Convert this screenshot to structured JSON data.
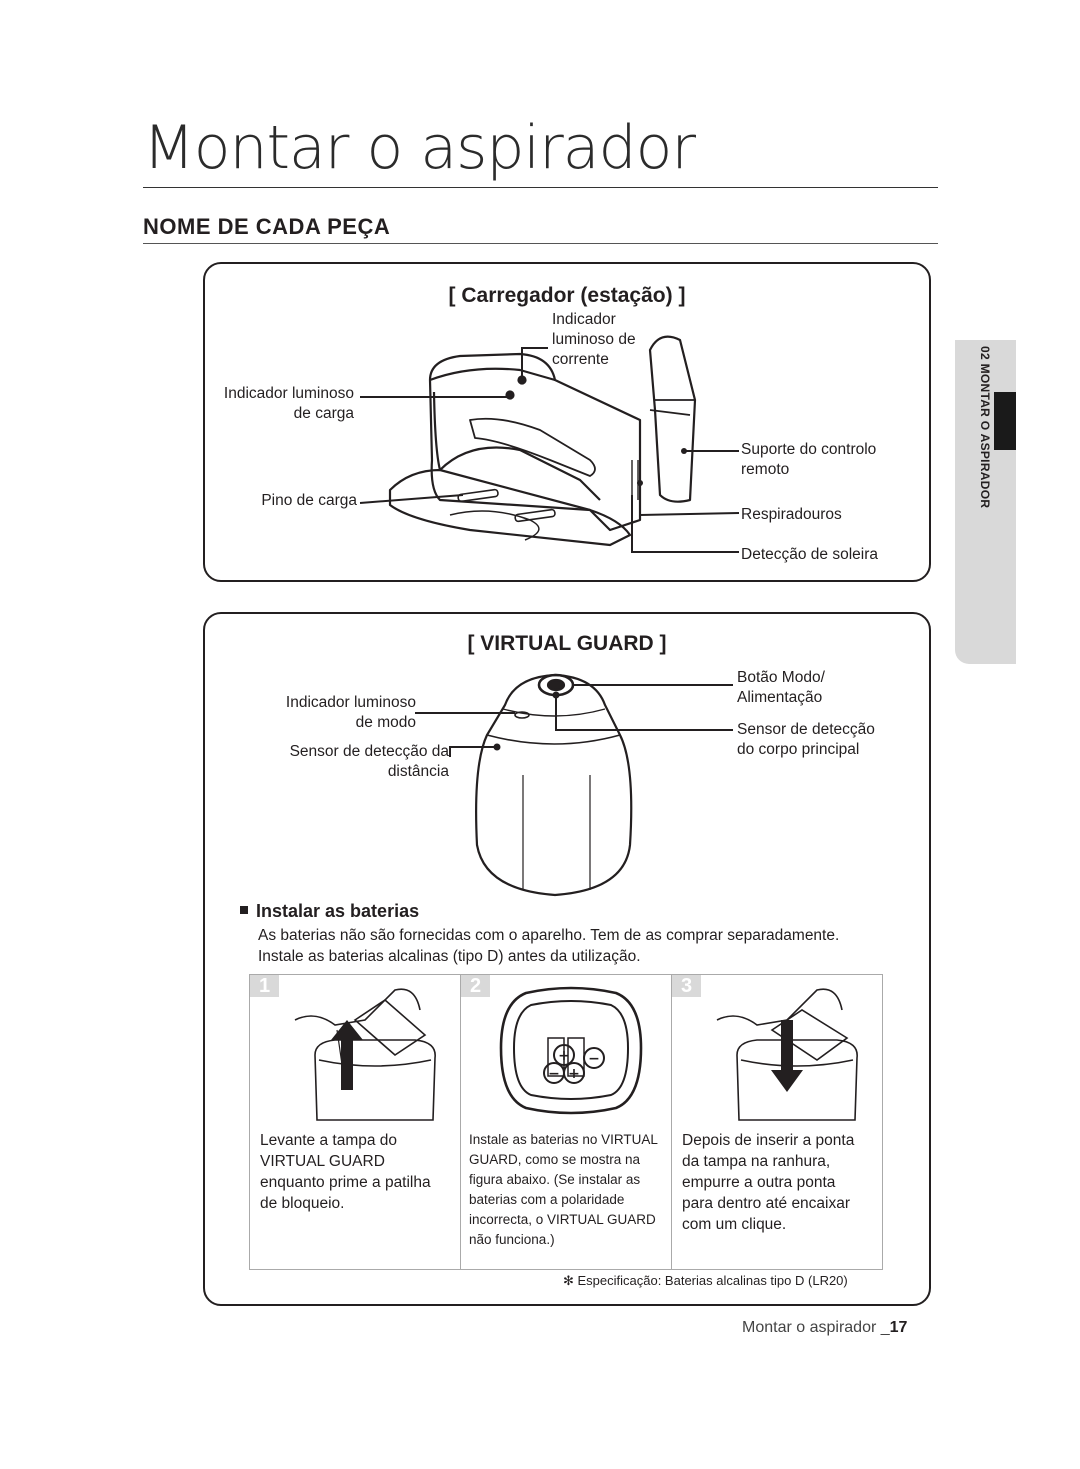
{
  "page": {
    "title": "Montar o aspirador",
    "section_heading": "NOME DE CADA PEÇA",
    "side_tab": "02 MONTAR O ASPIRADOR"
  },
  "charger": {
    "heading": "[ Carregador (estação) ]",
    "labels": {
      "power_indicator": "Indicador luminoso de corrente",
      "power_indicator_l1": "Indicador",
      "power_indicator_l2": "luminoso de",
      "power_indicator_l3": "corrente",
      "charge_indicator_l1": "Indicador luminoso",
      "charge_indicator_l2": "de carga",
      "charge_pin": "Pino de carga",
      "remote_holder_l1": "Suporte do controlo",
      "remote_holder_l2": "remoto",
      "vents": "Respiradouros",
      "cliff_sensor": "Detecção de soleira"
    }
  },
  "virtual_guard": {
    "heading": "[ VIRTUAL GUARD ]",
    "labels": {
      "mode_button_l1": "Botão Modo/",
      "mode_button_l2": "Alimentação",
      "mode_indicator_l1": "Indicador luminoso",
      "mode_indicator_l2": "de modo",
      "body_sensor_l1": "Sensor de detecção",
      "body_sensor_l2": "do corpo principal",
      "distance_sensor_l1": "Sensor de detecção da",
      "distance_sensor_l2": "distância"
    }
  },
  "batteries": {
    "heading": "Instalar as baterias",
    "intro_l1": "As baterias não são fornecidas com o aparelho. Tem de as comprar separadamente.",
    "intro_l2": "Instale as baterias alcalinas (tipo D) antes da utilização.",
    "steps": [
      {
        "num": "1",
        "l1": "Levante a tampa do",
        "l2": "VIRTUAL GUARD",
        "l3": "enquanto prime a patilha",
        "l4": "de bloqueio."
      },
      {
        "num": "2",
        "l1": "Instale as baterias no VIRTUAL",
        "l2": "GUARD, como se mostra na",
        "l3": "figura abaixo. (Se instalar as",
        "l4": "baterias com a polaridade",
        "l5": "incorrecta, o VIRTUAL GUARD",
        "l6": "não funciona.)"
      },
      {
        "num": "3",
        "l1": "Depois de inserir a ponta",
        "l2": "da tampa na ranhura,",
        "l3": "empurre a outra ponta",
        "l4": "para dentro até encaixar",
        "l5": "com um clique."
      }
    ],
    "spec": "✻ Especificação: Baterias alcalinas tipo D (LR20)"
  },
  "footer": {
    "text": "Montar o aspirador _",
    "page_number": "17"
  }
}
